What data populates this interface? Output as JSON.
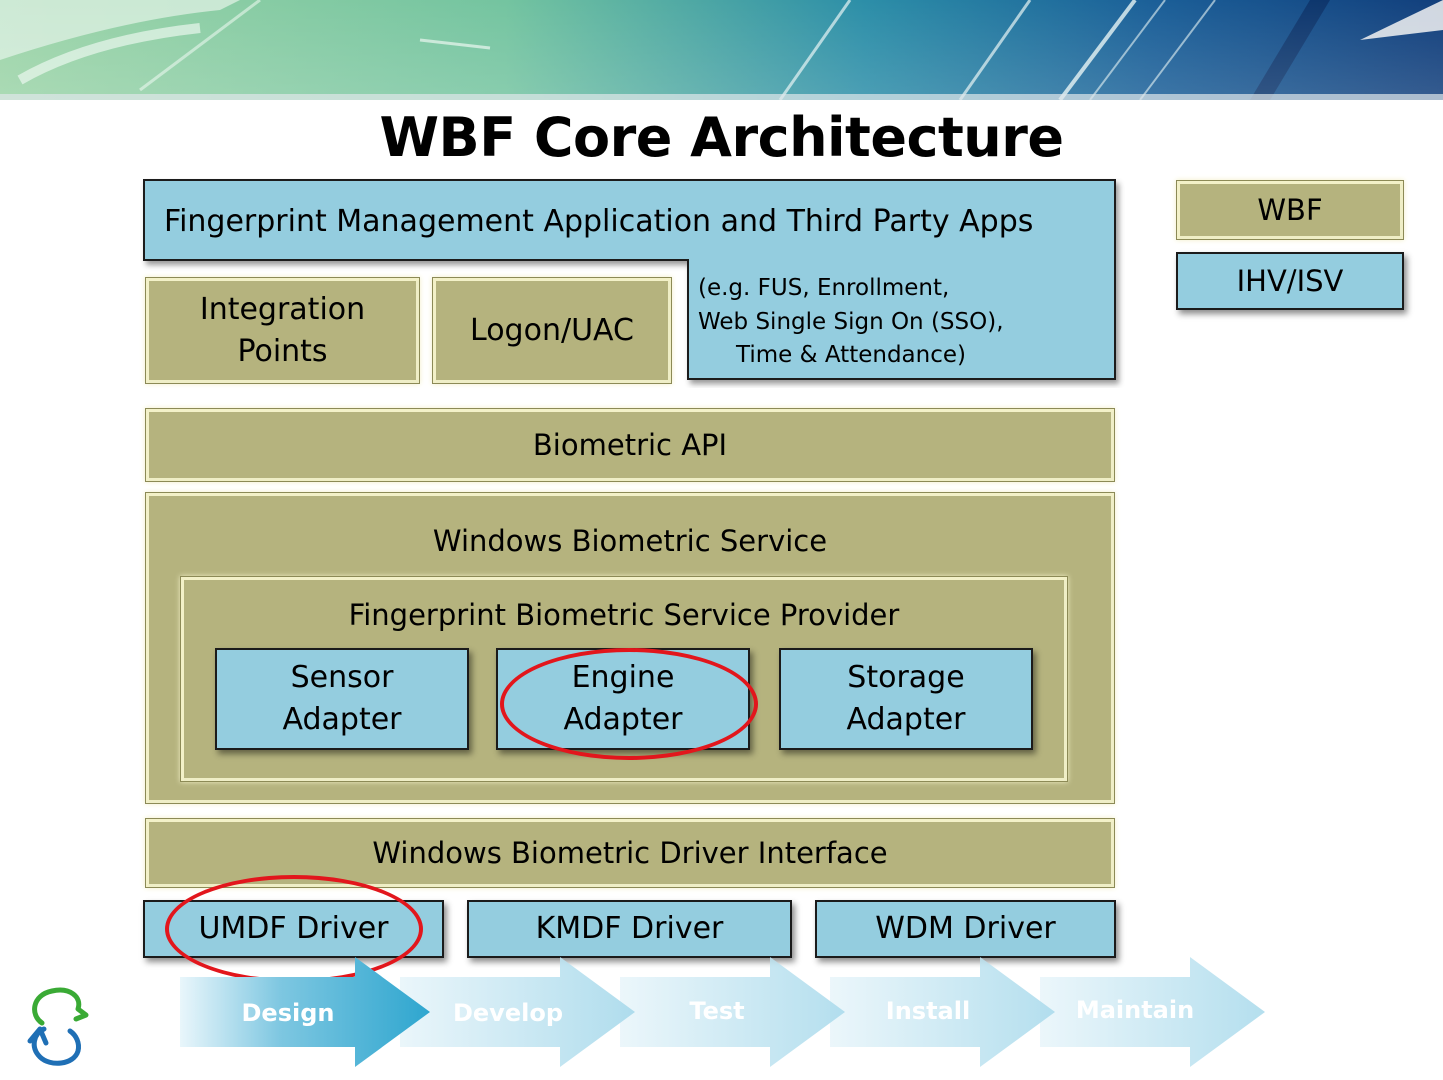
{
  "title": "WBF Core Architecture",
  "apps": {
    "label": "Fingerprint Management Application and Third Party Apps",
    "examples": [
      "(e.g. FUS, Enrollment,",
      "Web Single Sign On (SSO),",
      "Time & Attendance)"
    ]
  },
  "integration_points": "Integration Points",
  "logon_uac": "Logon/UAC",
  "biometric_api": "Biometric API",
  "service": {
    "label": "Windows Biometric Service",
    "provider": {
      "label": "Fingerprint Biometric Service Provider",
      "adapters": [
        "Sensor Adapter",
        "Engine Adapter",
        "Storage Adapter"
      ]
    }
  },
  "driver_interface": "Windows Biometric Driver Interface",
  "drivers": [
    "UMDF Driver",
    "KMDF Driver",
    "WDM Driver"
  ],
  "legend": {
    "wbf": "WBF",
    "ihv_isv": "IHV/ISV"
  },
  "process": [
    "Design",
    "Develop",
    "Test",
    "Install",
    "Maintain"
  ],
  "colors": {
    "ihv_isv": "#94cddf",
    "wbf": "#b5b37e",
    "highlight": "#e2161c"
  }
}
